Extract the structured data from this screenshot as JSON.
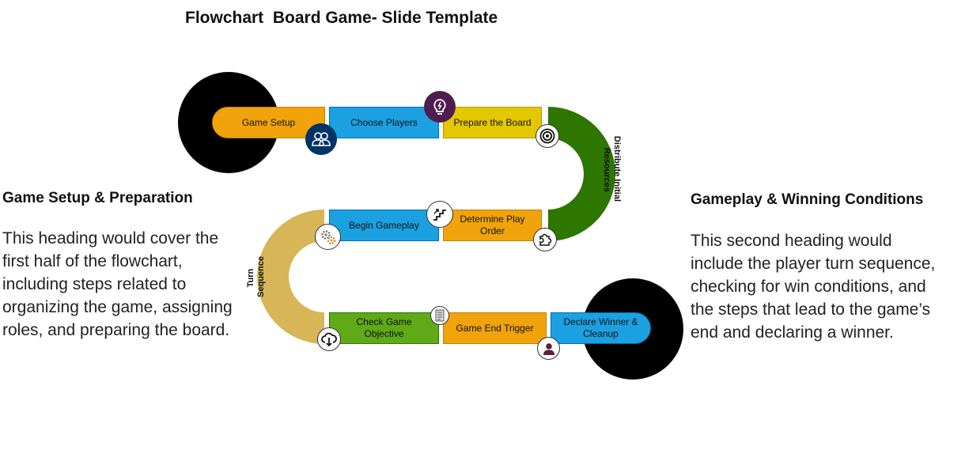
{
  "title": "Flowchart  Board Game- Slide Template",
  "left_section": {
    "heading": "Game Setup & Preparation",
    "body": "This heading would cover the first half of the flowchart, including steps related to organizing the game, assigning roles, and preparing the board."
  },
  "right_section": {
    "heading": "Gameplay & Winning Conditions",
    "body": "This second heading would include the player turn sequence, checking for win conditions, and the steps that lead to the game’s end and declaring a winner."
  },
  "steps": {
    "game_setup": "Game Setup",
    "choose_players": "Choose Players",
    "prepare_board": "Prepare the Board",
    "distribute_resources": "Distribute Initial Resources",
    "determine_order": "Determine Play Order",
    "begin_gameplay": "Begin Gameplay",
    "turn_sequence": "Turn Sequence",
    "check_objective": "Check Game Objective",
    "game_end_trigger": "Game End Trigger",
    "declare_winner": "Declare Winner & Cleanup"
  },
  "colors": {
    "orange": "#f0a30a",
    "blue": "#1ba1e2",
    "yellow": "#e3c800",
    "dark_green": "#2d7600",
    "green": "#60a917",
    "tan": "#d6b656",
    "black": "#000000",
    "navy": "#003366",
    "purple": "#4f1d4d"
  },
  "icons": {
    "choose_players": "users-icon",
    "prepare_board": "lightbulb-icon",
    "distribute_resources": "target-icon",
    "determine_order": "puzzle-icon",
    "begin_gameplay": "stairs-icon",
    "turn_sequence": "gears-icon",
    "check_objective": "cloud-download-icon",
    "game_end_trigger": "document-icon",
    "declare_winner": "user-icon"
  }
}
